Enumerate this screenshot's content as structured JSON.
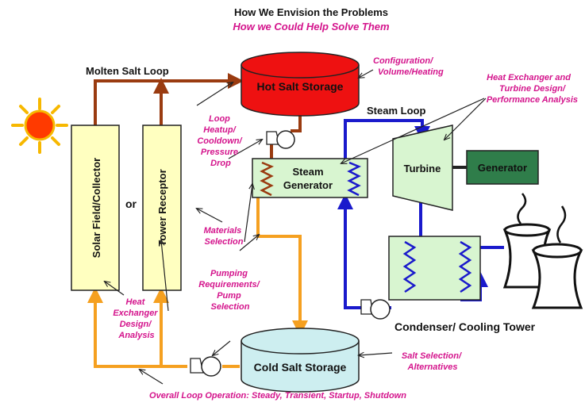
{
  "header": {
    "title": "How We Envision the Problems",
    "subtitle": "How we Could Help Solve Them"
  },
  "components": {
    "hot_salt_storage": "Hot Salt Storage",
    "cold_salt_storage": "Cold Salt Storage",
    "steam_generator_line1": "Steam",
    "steam_generator_line2": "Generator",
    "turbine": "Turbine",
    "generator": "Generator",
    "solar_field": "Solar Field/Collector",
    "or_text": "or",
    "tower_receptor": "Tower Receptor",
    "condenser": "Condenser/ Cooling Tower"
  },
  "loops": {
    "molten_salt": "Molten Salt Loop",
    "steam": "Steam Loop"
  },
  "annotations": {
    "config": [
      "Configuration/",
      "Volume/Heating"
    ],
    "heat_exchanger_turbine": [
      "Heat Exchanger and",
      "Turbine Design/",
      "Performance Analysis"
    ],
    "loop_heatup": [
      "Loop",
      "Heatup/",
      "Cooldown/",
      "Pressure",
      "Drop"
    ],
    "materials": [
      "Materials",
      "Selection"
    ],
    "pumping": [
      "Pumping",
      "Requirements/",
      "Pump",
      "Selection"
    ],
    "heat_exchanger_design": [
      "Heat",
      "Exchanger",
      "Design/",
      "Analysis"
    ],
    "salt_selection": [
      "Salt Selection/",
      "Alternatives"
    ],
    "overall": "Overall Loop Operation: Steady, Transient, Startup, Shutdown"
  },
  "colors": {
    "hot_line": "#9a3b10",
    "cold_line": "#f5a020",
    "steam_line": "#1a1acc",
    "annotation": "#d4148c",
    "hot_tank": "#ee1111",
    "cold_tank": "#cdeef0",
    "collector_fill": "#ffffc0",
    "hx_fill": "#d8f5d0",
    "generator_fill": "#2f7d4a"
  }
}
